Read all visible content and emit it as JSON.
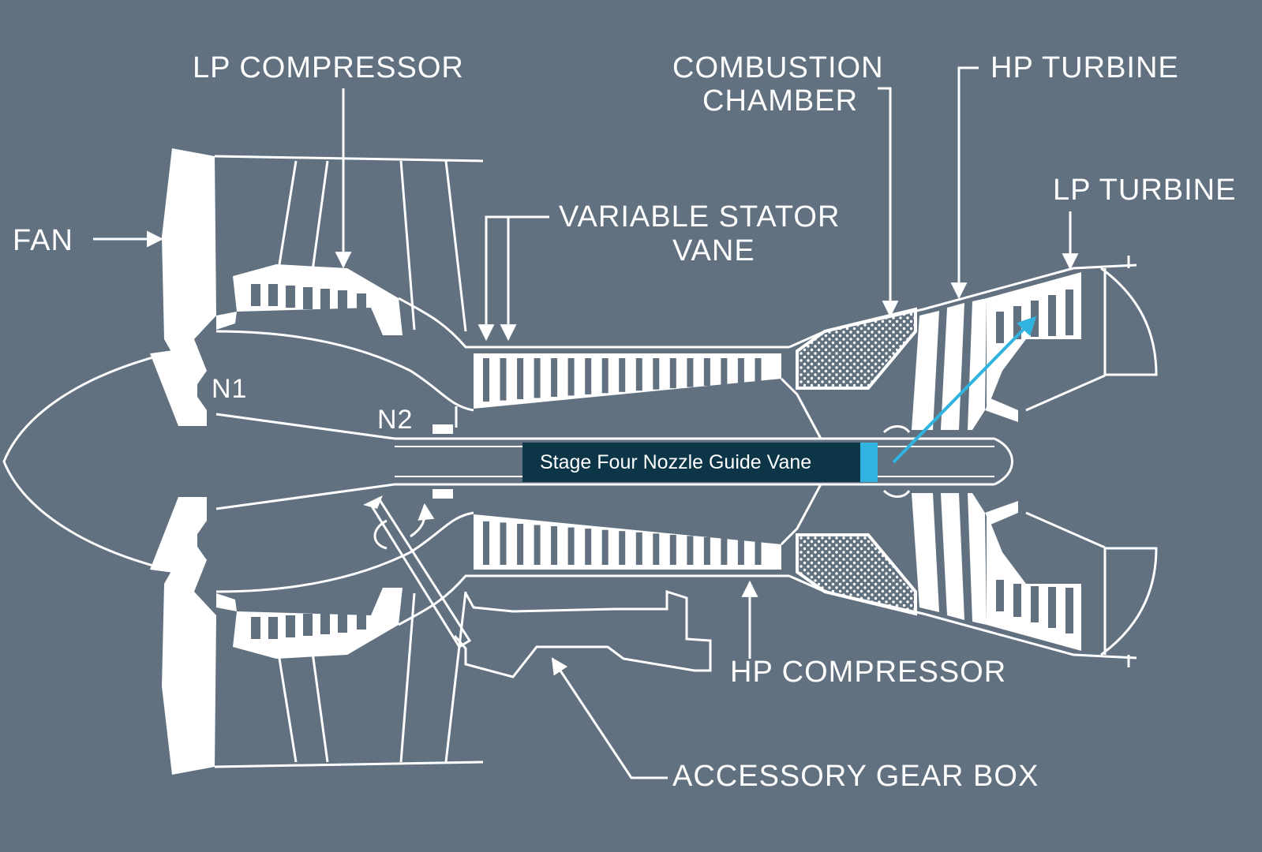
{
  "labels": {
    "fan": "FAN",
    "lp_compressor": "LP COMPRESSOR",
    "combustion_line1": "COMBUSTION",
    "combustion_line2": "CHAMBER",
    "hp_turbine": "HP TURBINE",
    "lp_turbine": "LP TURBINE",
    "variable_stator_line1": "VARIABLE STATOR",
    "variable_stator_line2": "VANE",
    "n1": "N1",
    "n2": "N2",
    "hp_compressor": "HP COMPRESSOR",
    "accessory_gear_box": "ACCESSORY GEAR BOX"
  },
  "callout": {
    "text": "Stage Four Nozzle Guide Vane"
  },
  "colors": {
    "background": "#61717f",
    "line": "#ffffff",
    "callout_bg": "#0c3648",
    "accent": "#30b3df"
  }
}
